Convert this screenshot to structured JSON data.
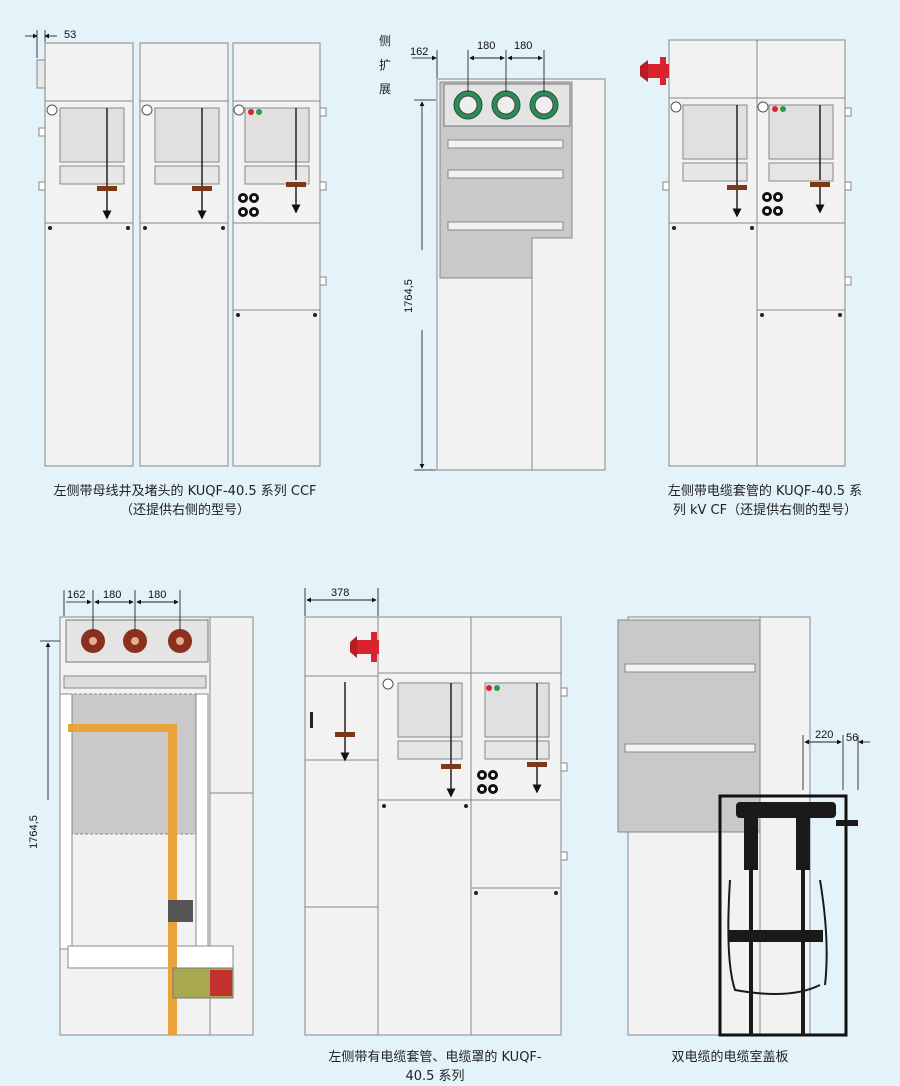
{
  "captions": {
    "fig1_line1": "左侧带母线井及堵头的 KUQF-40.5 系列 CCF",
    "fig1_line2": "（还提供右侧的型号）",
    "fig2_line1": "左侧带电缆套管的 KUQF-40.5 系",
    "fig2_line2": "列 kV CF（还提供右侧的型号）",
    "fig3_line1": "左侧带有电缆套管、电缆罩的 KUQF-",
    "fig3_line2": "40.5 系列",
    "fig4": "双电缆的电缆室盖板"
  },
  "side_extension": [
    "侧",
    "扩",
    "展"
  ],
  "dimensions": {
    "d53": "53",
    "d162_top": "162",
    "d180_top_a": "180",
    "d180_top_b": "180",
    "h1764_top": "1764,5",
    "d162_bottom": "162",
    "d180_bottom_a": "180",
    "d180_bottom_b": "180",
    "h1764_bottom": "1764,5",
    "d378": "378",
    "d220": "220",
    "d56": "56"
  },
  "colors": {
    "panel": "#f0f0f0",
    "outline": "#8a8a8a",
    "grey_block": "#c9c9c9",
    "busbar": "#e8a33a",
    "bushing_red": "#d9232e",
    "insulator_brown": "#8b2f1f",
    "green_ring": "#2e8b57",
    "cable_black": "#1a1a1a"
  }
}
